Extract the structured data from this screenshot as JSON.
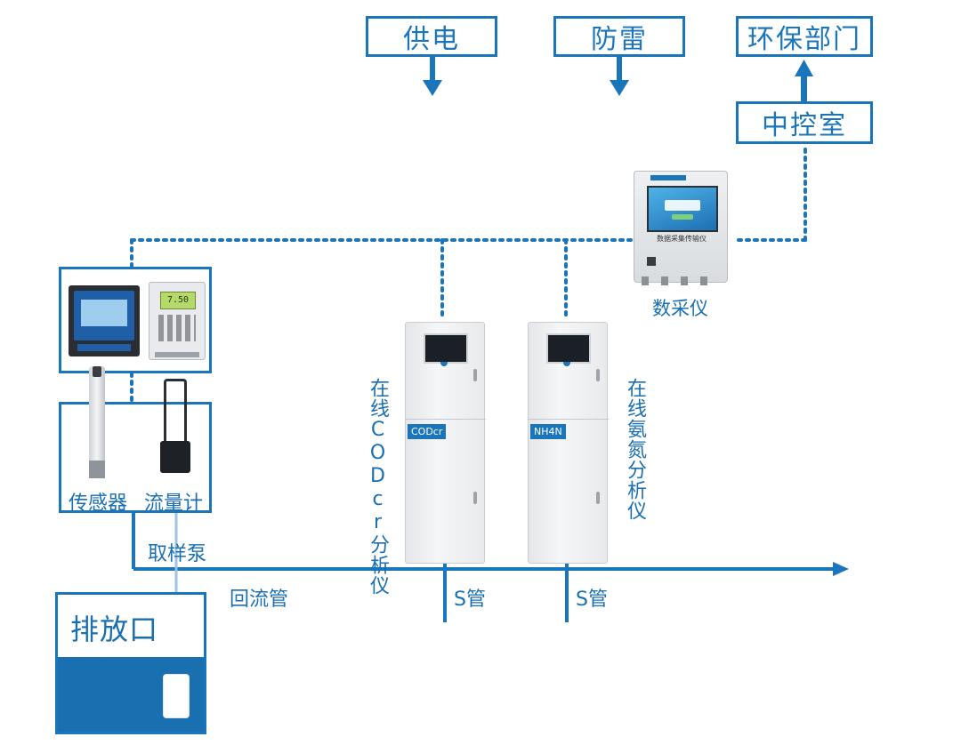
{
  "top_boxes": {
    "power": "供电",
    "lightning": "防雷",
    "env_dept": "环保部门",
    "control_room": "中控室"
  },
  "devices": {
    "data_logger": "数采仪",
    "data_logger_screen_text": "数据采集传输仪",
    "cod_analyzer_label": "在线CODcr分析仪",
    "cod_tag": "CODcr",
    "nh4n_analyzer_label": "在线氨氮分析仪",
    "nh4n_tag": "NH4N"
  },
  "left_panel": {
    "sensor": "传感器",
    "flow_meter": "流量计",
    "meter_display": "7.50"
  },
  "pipes": {
    "sampling_pump": "取样泵",
    "return_pipe": "回流管",
    "s_pipe_1": "S管",
    "s_pipe_2": "S管",
    "outlet": "排放口"
  },
  "colors": {
    "primary_blue": "#1a75bb",
    "water_blue": "#1a6fb0"
  }
}
